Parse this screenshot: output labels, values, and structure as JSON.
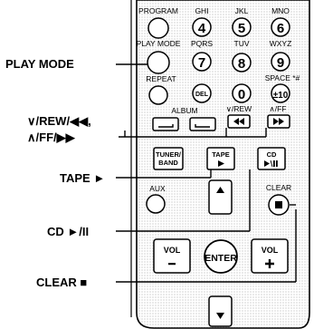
{
  "remote": {
    "keys": {
      "program": "PROGRAM",
      "ghi": "GHI",
      "jkl": "JKL",
      "mno": "MNO",
      "play_mode": "PLAY MODE",
      "pqrs": "PQRS",
      "tuv": "TUV",
      "wxyz": "WXYZ",
      "repeat": "REPEAT",
      "space": "SPACE *#",
      "del": "DEL",
      "album": "ALBUM",
      "rew": "∨/REW",
      "ff": "∧/FF",
      "tuner_band_line1": "TUNER/",
      "tuner_band_line2": "BAND",
      "tape": "TAPE",
      "cd": "CD",
      "aux": "AUX",
      "clear": "CLEAR",
      "enter": "ENTER",
      "vol": "VOL",
      "digit_4": "4",
      "digit_5": "5",
      "digit_6": "6",
      "digit_7": "7",
      "digit_8": "8",
      "digit_9": "9",
      "digit_0": "0",
      "ten": "±10"
    }
  },
  "callouts": {
    "play_mode": "PLAY MODE",
    "rew_ff_line1": "∨/REW/◀◀,",
    "rew_ff_line2": "∧/FF/▶▶",
    "tape": "TAPE ►",
    "cd": "CD ►/II",
    "clear": "CLEAR ■"
  },
  "icons": [
    "rewind-icon",
    "fast-forward-icon",
    "play-icon",
    "play-pause-icon",
    "stop-icon",
    "up-arrow-icon",
    "down-arrow-icon",
    "album-left-icon",
    "album-right-icon"
  ]
}
